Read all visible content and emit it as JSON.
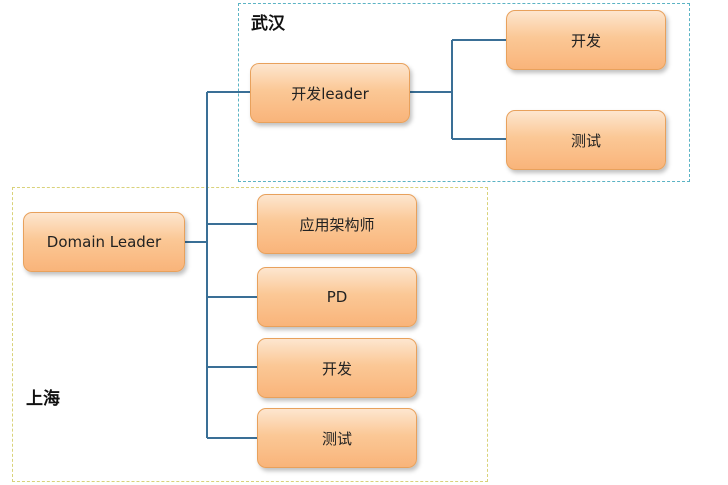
{
  "regions": {
    "wuhan": {
      "label": "武汉"
    },
    "shanghai": {
      "label": "上海"
    }
  },
  "nodes": {
    "root": "Domain Leader",
    "dev_leader": "开发leader",
    "wuhan_dev": "开发",
    "wuhan_test": "测试",
    "architect": "应用架构师",
    "pd": "PD",
    "sh_dev": "开发",
    "sh_test": "测试"
  },
  "colors": {
    "node_fill_top": "#fde6cf",
    "node_fill_bottom": "#f9b47a",
    "node_border": "#e8a15c",
    "connector": "#3a6f96",
    "wuhan_border": "#5bb3c4",
    "shanghai_border": "#d9d27a"
  }
}
